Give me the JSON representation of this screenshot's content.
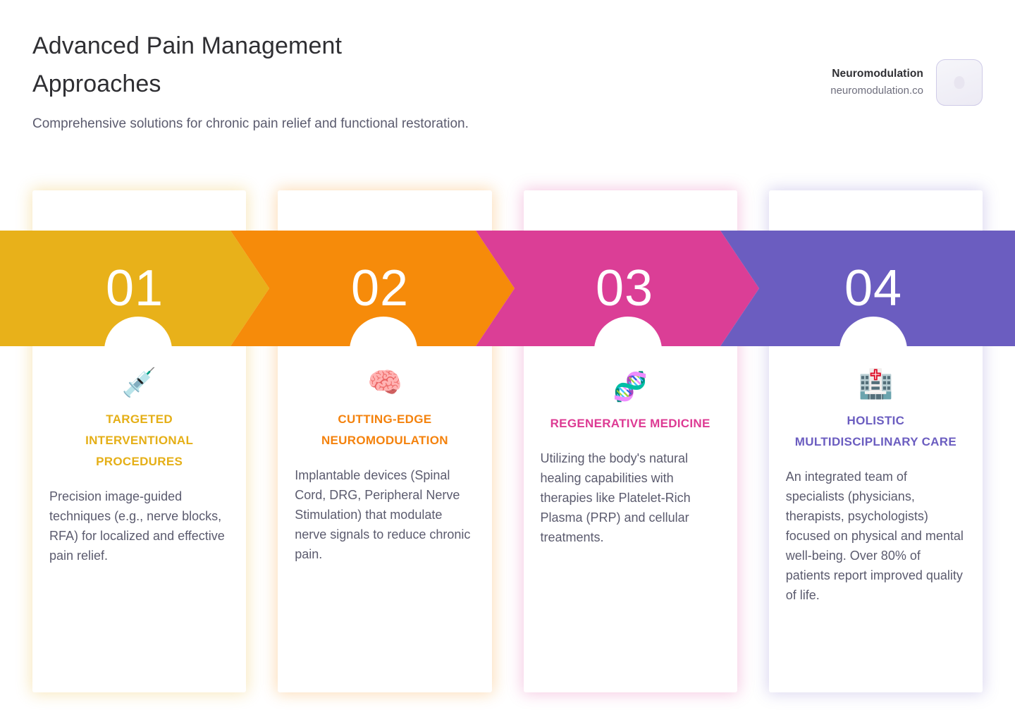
{
  "header": {
    "title": "Advanced Pain Management Approaches",
    "subtitle": "Comprehensive solutions for chronic pain relief and functional restoration."
  },
  "brand": {
    "name": "Neuromodulation",
    "domain": "neuromodulation.co",
    "logo_icon": "placeholder-logo-icon"
  },
  "steps": [
    {
      "number": "01",
      "icon": "syringe-icon",
      "icon_glyph": "💉",
      "title": "TARGETED INTERVENTIONAL PROCEDURES",
      "body": "Precision image-guided techniques (e.g., nerve blocks, RFA) for localized and effective pain relief.",
      "color": "#E5AF17"
    },
    {
      "number": "02",
      "icon": "brain-icon",
      "icon_glyph": "🧠",
      "title": "CUTTING-EDGE NEUROMODULATION",
      "body": "Implantable devices (Spinal Cord, DRG, Peripheral Nerve Stimulation) that modulate nerve signals to reduce chronic pain.",
      "color": "#F4820D"
    },
    {
      "number": "03",
      "icon": "dna-icon",
      "icon_glyph": "🧬",
      "title": "REGENERATIVE MEDICINE",
      "body": "Utilizing the body's natural healing capabilities with therapies like Platelet-Rich Plasma (PRP) and cellular treatments.",
      "color": "#DD3A93"
    },
    {
      "number": "04",
      "icon": "hospital-icon",
      "icon_glyph": "🏥",
      "title": "HOLISTIC MULTIDISCIPLINARY CARE",
      "body": "An integrated team of specialists (physicians, therapists, psychologists) focused on physical and mental well-being. Over 80% of patients report improved quality of life.",
      "color": "#6B5DC0"
    }
  ],
  "palette": {
    "yellow": "#E8B11A",
    "orange": "#F68B0A",
    "pink": "#DB3E96",
    "purple": "#6B5DC0",
    "text_dark": "#2F2F33",
    "text_body": "#5B5B6E",
    "background": "#FFFFFF"
  }
}
